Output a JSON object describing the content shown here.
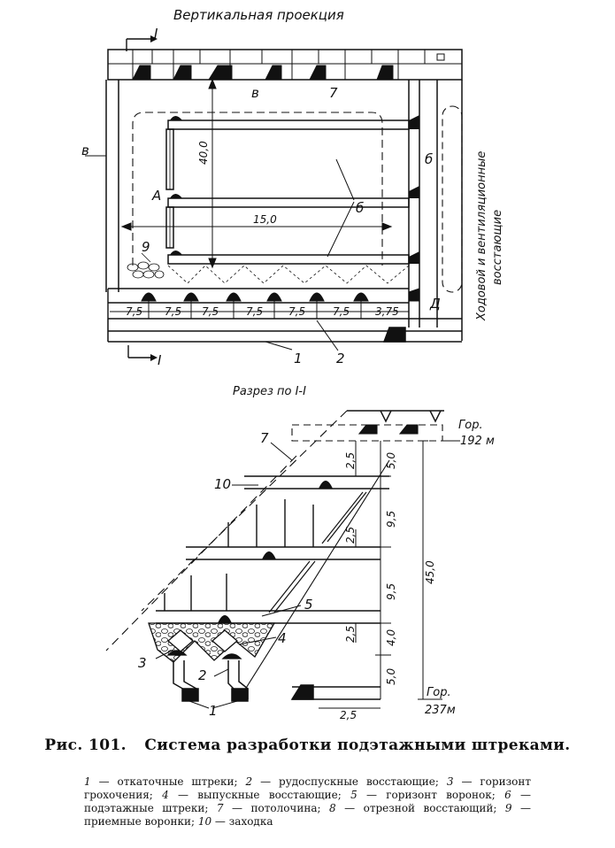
{
  "titles": {
    "vertical_projection": "Вертикальная проекция",
    "section": "Разрез по I-I"
  },
  "plan": {
    "section_mark_top": "I",
    "section_mark_bottom": "I",
    "label_A": "А",
    "label_D": "Д",
    "label_6_right": "б",
    "label_6_center": "б",
    "label_8_left": "в",
    "label_8_top": "в",
    "label_7_top": "7",
    "label_9": "9",
    "label_1": "1",
    "label_2": "2",
    "dim_height": "40,0",
    "dim_width": "15,0",
    "dims_bottom": [
      "7,5",
      "7,5",
      "7,5",
      "7,5",
      "7,5",
      "7,5",
      "3,75"
    ],
    "side_text_1": "Ходовой и вентиляционные",
    "side_text_2": "восстающие"
  },
  "section": {
    "label_gor_top": "Гор.",
    "label_gor_top_value": "192 м",
    "label_gor_bottom": "Гор.",
    "label_gor_bottom_value": "237м",
    "label_7": "7",
    "label_10": "10",
    "label_5": "5",
    "label_4": "4",
    "label_3": "3",
    "label_2": "2",
    "label_1": "1",
    "dim_total": "45,0",
    "dims_right": [
      "5,0",
      "9,5",
      "9,5",
      "4,0",
      "5,0"
    ],
    "dims_inner": [
      "2,5",
      "2,5",
      "2,5"
    ],
    "dim_bottom": "2,5"
  },
  "caption": {
    "fig_no": "Рис. 101.",
    "title": "Система разработки подэтажными штреками."
  },
  "legend": [
    {
      "num": "1",
      "text": " — откаточные штреки; "
    },
    {
      "num": "2",
      "text": " — рудоспускные восстающие; "
    },
    {
      "num": "3",
      "text": " — горизонт грохочения; "
    },
    {
      "num": "4",
      "text": " — выпускные восстающие; "
    },
    {
      "num": "5",
      "text": " — горизонт воронок; "
    },
    {
      "num": "6",
      "text": " — подэтажные штреки; "
    },
    {
      "num": "7",
      "text": " — потолочина; "
    },
    {
      "num": "8",
      "text": " — отрезной восстающий; "
    },
    {
      "num": "9",
      "text": " — приемные воронки; "
    },
    {
      "num": "10",
      "text": " — заходка"
    }
  ]
}
